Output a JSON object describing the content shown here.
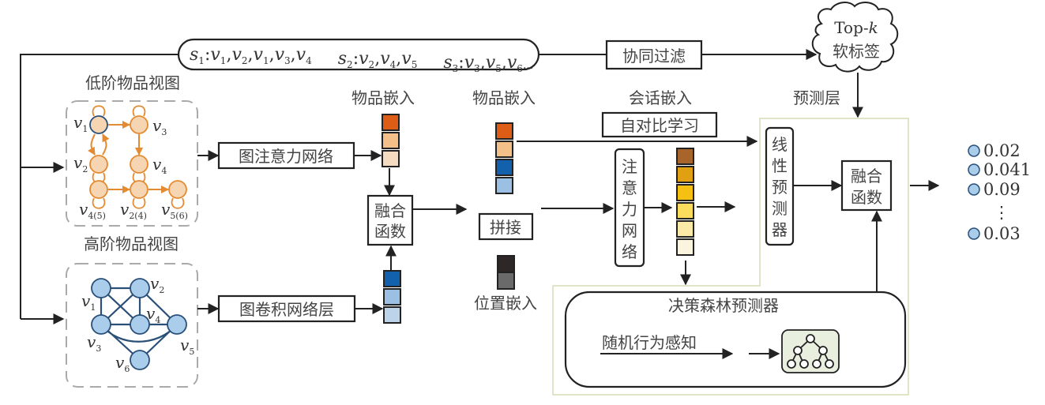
{
  "session_sequence": {
    "s1": {
      "label": "s",
      "sub": "1",
      "items": [
        [
          "v",
          "1"
        ],
        [
          "v",
          "2"
        ],
        [
          "v",
          "1"
        ],
        [
          "v",
          "3"
        ],
        [
          "v",
          "4"
        ]
      ]
    },
    "s2": {
      "label": "s",
      "sub": "2",
      "items": [
        [
          "v",
          "2"
        ],
        [
          "v",
          "4"
        ],
        [
          "v",
          "5"
        ]
      ]
    },
    "s3": {
      "label": "s",
      "sub": "3",
      "items": [
        [
          "v",
          "3"
        ],
        [
          "v",
          "5"
        ],
        [
          "v",
          "6"
        ]
      ],
      "ellipsis": "···"
    }
  },
  "collab_filter_label": "协同过滤",
  "cloud": {
    "line1_prefix": "Top-",
    "line1_k": "k",
    "line2": "软标签"
  },
  "prediction_layer_title": "预测层",
  "low_view": {
    "title": "低阶物品视图",
    "nodes": [
      {
        "name": "v",
        "sub": "1"
      },
      {
        "name": "v",
        "sub": "3"
      },
      {
        "name": "v",
        "sub": "2"
      },
      {
        "name": "v",
        "sub": "4"
      },
      {
        "name": "v",
        "sub": "4(5)"
      },
      {
        "name": "v",
        "sub": "2(4)"
      },
      {
        "name": "v",
        "sub": "5(6)"
      }
    ]
  },
  "high_view": {
    "title": "高阶物品视图",
    "nodes": [
      {
        "name": "v",
        "sub": "1"
      },
      {
        "name": "v",
        "sub": "2"
      },
      {
        "name": "v",
        "sub": "3"
      },
      {
        "name": "v",
        "sub": "4"
      },
      {
        "name": "v",
        "sub": "5"
      },
      {
        "name": "v",
        "sub": "6"
      }
    ]
  },
  "gat_label": "图注意力网络",
  "gcn_label": "图卷积网络层",
  "item_embed_label_1": "物品嵌入",
  "item_embed_label_2": "物品嵌入",
  "session_embed_label": "会话嵌入",
  "fusion_label": [
    "融合",
    "函数"
  ],
  "concat_label": "拼接",
  "position_embed_label": "位置嵌入",
  "self_contrast_label": "自对比学习",
  "attention_net_label": [
    "注",
    "意",
    "力",
    "网",
    "络"
  ],
  "linear_predictor_label": [
    "线",
    "性",
    "预",
    "测",
    "器"
  ],
  "fusion2_label": [
    "融合",
    "函数"
  ],
  "forest": {
    "title": "决策森林预测器",
    "random_label": "随机行为感知"
  },
  "outputs": {
    "values": [
      "0.02",
      "0.041",
      "0.09",
      "0.03"
    ],
    "ellipsis": "⋮"
  },
  "colors": {
    "orange_embed": [
      "#dd5c16",
      "#f4c08a",
      "#f5dbbf"
    ],
    "blue_embed": [
      "#1361ad",
      "#9bc0e4",
      "#bdd3ea"
    ],
    "concat_embed": [
      "#dd5c16",
      "#f4c08a",
      "#1361ad",
      "#9bc0e4"
    ],
    "position_embed": [
      "#2e2727",
      "#6a6a6a"
    ],
    "session_embed": [
      "#a7642b",
      "#e0a012",
      "#f6c013",
      "#fbdc5c",
      "#fbe9a8",
      "#fbf4de"
    ],
    "forest_in_embed": [
      "#a7642b",
      "#e0a012",
      "#f6c013",
      "#fbdc5c"
    ],
    "forest_out_embed": [
      "#fbdc5c",
      "#fbe9a8",
      "#fbf3dc",
      "#fcf6ea"
    ],
    "orange_node_fill": "#f5d5b2",
    "orange_edge": "#e48a30",
    "blue_node_fill": "#a9cdeb",
    "blue_edge": "#2a4f78",
    "panel_border": "#dfe6c8",
    "tree_fill": "#e9efdf"
  }
}
